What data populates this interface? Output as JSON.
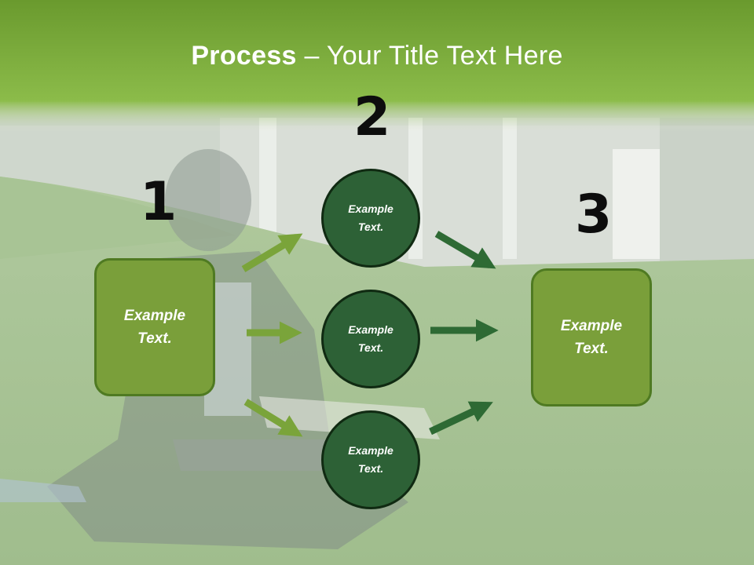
{
  "title": {
    "bold": "Process",
    "rest": " – Your Title Text Here"
  },
  "numbers": [
    "1",
    "2",
    "3"
  ],
  "left_box": {
    "line1": "Example",
    "line2": "Text."
  },
  "circles": [
    {
      "line1": "Example",
      "line2": "Text."
    },
    {
      "line1": "Example",
      "line2": "Text."
    },
    {
      "line1": "Example",
      "line2": "Text."
    }
  ],
  "right_box": {
    "line1": "Example",
    "line2": "Text."
  },
  "colors": {
    "header_green": "#7aac3c",
    "box_fill": "#7a9f3a",
    "circle_fill": "#2d6136",
    "arrow_light": "#7aa43a",
    "arrow_dark": "#2e6a34"
  }
}
